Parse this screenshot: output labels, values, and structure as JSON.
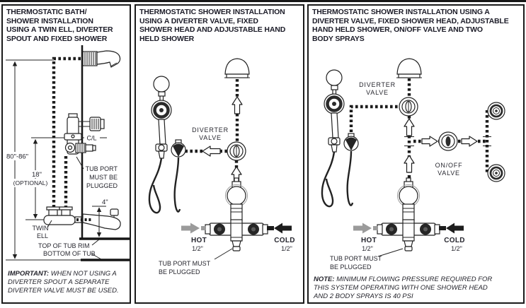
{
  "colors": {
    "ink": "#1c1c28",
    "line": "#1a1a1a",
    "hot_gray": "#9b9b9b",
    "cold_black": "#1d1d1d",
    "paper": "#ffffff"
  },
  "panels": [
    {
      "title_lines": [
        "THERMOSTATIC BATH/",
        "SHOWER INSTALLATION",
        "USING A TWIN ELL, DIVERTER",
        "SPOUT AND FIXED SHOWER"
      ],
      "labels": {
        "height_range": "80\"-86\"",
        "riser_offset": "18\"",
        "riser_offset_qualifier": "(OPTIONAL)",
        "centerline": "C/L",
        "tub_port_line1": "TUB PORT",
        "tub_port_line2": "MUST BE",
        "tub_port_line3": "PLUGGED",
        "twin_ell_line1": "TWIN",
        "twin_ell_line2": "ELL",
        "spout_rise": "4\"",
        "top_of_tub": "TOP OF TUB RIM",
        "bottom_of_tub": "BOTTOM OF TUB"
      },
      "note": {
        "head": "IMPORTANT:",
        "line1_rest": " WHEN NOT USING A",
        "line2": "DIVERTER SPOUT A SEPARATE",
        "line3": "DIVERTER VALVE MUST BE USED."
      }
    },
    {
      "title_lines": [
        "THERMOSTATIC SHOWER INSTALLATION",
        "USING A DIVERTER VALVE, FIXED",
        "SHOWER HEAD AND ADJUSTABLE HAND",
        "HELD SHOWER"
      ],
      "labels": {
        "diverter_line1": "DIVERTER",
        "diverter_line2": "VALVE",
        "hot": "HOT",
        "hot_size": "1/2\"",
        "cold": "COLD",
        "cold_size": "1/2\"",
        "tub_port_line1": "TUB PORT MUST",
        "tub_port_line2": "BE PLUGGED"
      }
    },
    {
      "title_lines": [
        "THERMOSTATIC SHOWER INSTALLATION USING A",
        "DIVERTER VALVE, FIXED SHOWER HEAD, ADJUSTABLE",
        "HAND HELD SHOWER, ON/OFF VALVE AND TWO",
        "BODY SPRAYS"
      ],
      "labels": {
        "diverter_line1": "DIVERTER",
        "diverter_line2": "VALVE",
        "onoff_line1": "ON/OFF",
        "onoff_line2": "VALVE",
        "hot": "HOT",
        "hot_size": "1/2\"",
        "cold": "COLD",
        "cold_size": "1/2\"",
        "tub_port_line1": "TUB PORT MUST",
        "tub_port_line2": "BE PLUGGED"
      },
      "note": {
        "head": "NOTE:",
        "line1_rest": " MINIMUM FLOWING PRESSURE REQUIRED FOR",
        "line2": "THIS SYSTEM OPERATING WITH ONE SHOWER HEAD",
        "line3": "AND 2 BODY SPRAYS IS 40 PSI"
      }
    }
  ]
}
